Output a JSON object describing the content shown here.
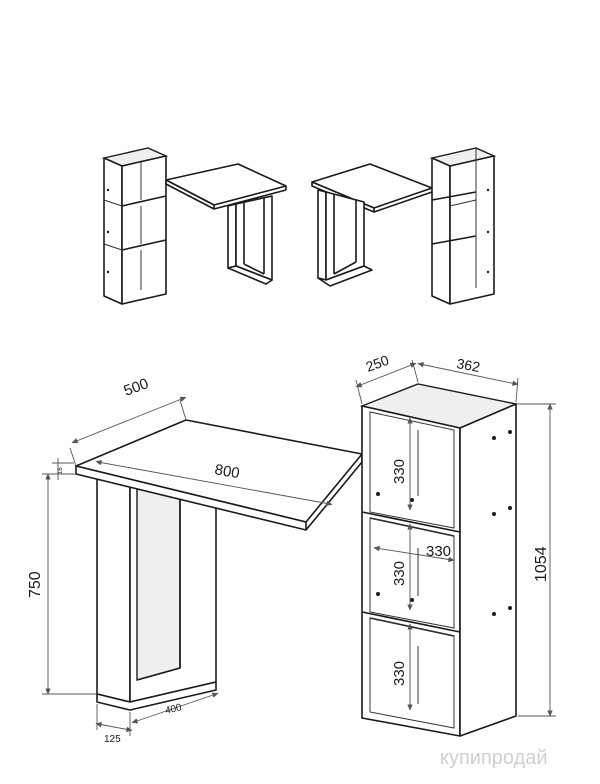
{
  "dimensions": {
    "desk_depth": "500",
    "desk_width": "800",
    "desk_thickness": "16",
    "desk_height": "750",
    "leg_width": "125",
    "leg_depth": "400",
    "shelf_depth": "250",
    "shelf_width": "362",
    "shelf_height": "1054",
    "compartment_height_1": "330",
    "compartment_height_2": "330",
    "compartment_height_3": "330",
    "compartment_width": "330"
  },
  "watermark": "купипродай",
  "colors": {
    "line": "#1a1a1a",
    "background": "#ffffff"
  }
}
